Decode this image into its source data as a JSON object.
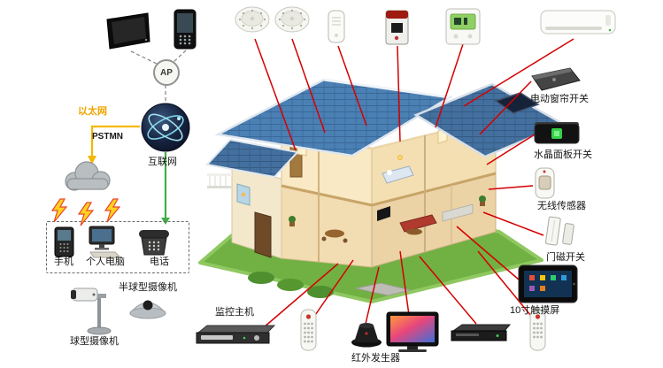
{
  "network": {
    "ap_label": "AP",
    "ethernet_label": "以太网",
    "pstmn_label": "PSTMN",
    "internet_label": "互联网"
  },
  "terminals": {
    "mobile_label": "手机",
    "pc_label": "个人电脑",
    "phone_label": "电话"
  },
  "surveillance": {
    "dome_camera_label": "半球型摄像机",
    "ball_camera_label": "球型摄像机",
    "monitor_host_label": "监控主机"
  },
  "right_devices": {
    "curtain_switch_label": "电动窗帘开关",
    "crystal_panel_label": "水晶面板开关",
    "wireless_sensor_label": "无线传感器",
    "door_magnet_label": "门磁开关",
    "touchscreen_label": "10寸触摸屏"
  },
  "bottom_devices": {
    "ir_emitter_label": "红外发生器"
  },
  "colors": {
    "wire_red": "#d40000",
    "wire_green": "#3faf46",
    "wire_yellow": "#f5b800",
    "roof_blue": "#4b80b4",
    "lawn_green": "#71b043",
    "wall_cream": "#f3e8cc",
    "ethernet_label_color": "#f0a500"
  },
  "icons": {
    "wall_tablet": "wall-tablet-icon",
    "smartphone": "smartphone-icon",
    "smoke_detector": "smoke-detector-icon",
    "window_sensor": "window-sensor-icon",
    "video_doorphone": "video-doorphone-icon",
    "thermostat": "thermostat-icon",
    "air_conditioner": "air-conditioner-icon",
    "curtain_switch_pad": "curtain-switch-icon",
    "crystal_panel": "crystal-panel-switch-icon",
    "pir_sensor": "wireless-pir-sensor-icon",
    "door_magnet": "door-magnet-icon",
    "touchscreen": "touchscreen-icon",
    "ap_node": "ap-node",
    "internet_globe": "internet-globe-icon",
    "cloud": "cloud-icon",
    "lightning": "lightning-icon",
    "mobile_phone": "mobile-phone-icon",
    "desktop_pc": "desktop-pc-icon",
    "telephone": "telephone-icon",
    "dome_camera": "dome-camera-icon",
    "ptz_camera": "ptz-camera-icon",
    "dvr": "dvr-icon",
    "remote_control": "remote-control-icon",
    "ir_emitter": "ir-emitter-icon",
    "tv": "tv-icon",
    "set_top_box": "set-top-box-icon",
    "house": "house-cutaway-illustration"
  }
}
